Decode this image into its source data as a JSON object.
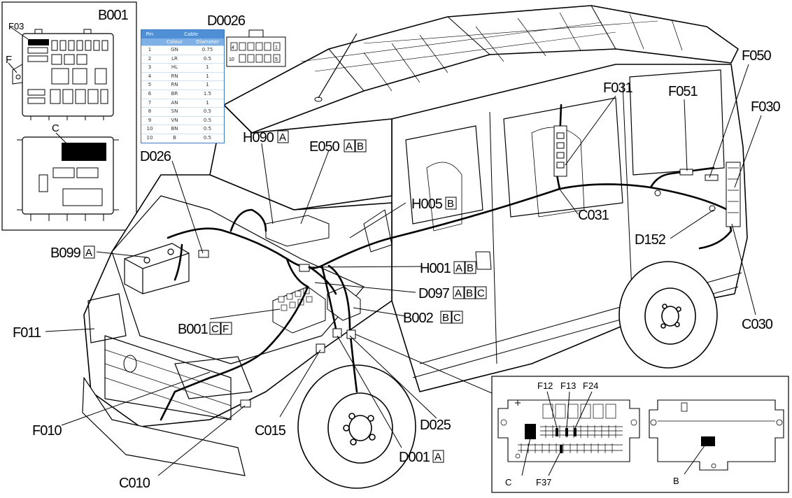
{
  "connector": {
    "title": "D0026",
    "pin_labels": [
      "4",
      "1",
      "10",
      "5"
    ]
  },
  "pin_table": {
    "header_pin": "Pin",
    "header_cable": "Cable",
    "header_colour": "Colour",
    "header_diameter": "Diameter",
    "rows": [
      {
        "pin": "1",
        "colour": "GN",
        "diameter": "0.75"
      },
      {
        "pin": "2",
        "colour": "LR",
        "diameter": "0.5"
      },
      {
        "pin": "3",
        "colour": "HL",
        "diameter": "1"
      },
      {
        "pin": "4",
        "colour": "RN",
        "diameter": "1"
      },
      {
        "pin": "5",
        "colour": "RN",
        "diameter": "1"
      },
      {
        "pin": "6",
        "colour": "BR",
        "diameter": "1.5"
      },
      {
        "pin": "7",
        "colour": "AN",
        "diameter": "1"
      },
      {
        "pin": "8",
        "colour": "SN",
        "diameter": "0.5"
      },
      {
        "pin": "9",
        "colour": "VN",
        "diameter": "0.5"
      },
      {
        "pin": "10",
        "colour": "BN",
        "diameter": "0.5"
      },
      {
        "pin": "10",
        "colour": "B",
        "diameter": "0.5"
      }
    ]
  },
  "inset_b001": {
    "title": "B001",
    "label_f03": "F03",
    "label_f": "F",
    "label_c": "C"
  },
  "inset_fusebox": {
    "label_f12": "F12",
    "label_f13": "F13",
    "label_f24": "F24",
    "label_c": "C",
    "label_f37": "F37",
    "label_b": "B"
  },
  "callouts": {
    "d026": "D026",
    "h090": "H090",
    "h090_box": "A",
    "e050": "E050",
    "e050_box1": "A",
    "e050_box2": "B",
    "f031": "F031",
    "f051": "F051",
    "f050": "F050",
    "f030": "F030",
    "h005": "H005",
    "h005_box": "B",
    "c031": "C031",
    "d152": "D152",
    "b099": "B099",
    "b099_box": "A",
    "h001": "H001",
    "h001_box1": "A",
    "h001_box2": "B",
    "d097": "D097",
    "d097_box1": "A",
    "d097_box2": "B",
    "d097_box3": "C",
    "b002": "B002",
    "b002_box1": "B",
    "b002_box2": "C",
    "c030": "C030",
    "f011": "F011",
    "b001cf": "B001",
    "b001cf_box1": "C",
    "b001cf_box2": "F",
    "f010": "F010",
    "c015": "C015",
    "d025": "D025",
    "d001": "D001",
    "d001_box": "A",
    "c010": "C010"
  }
}
